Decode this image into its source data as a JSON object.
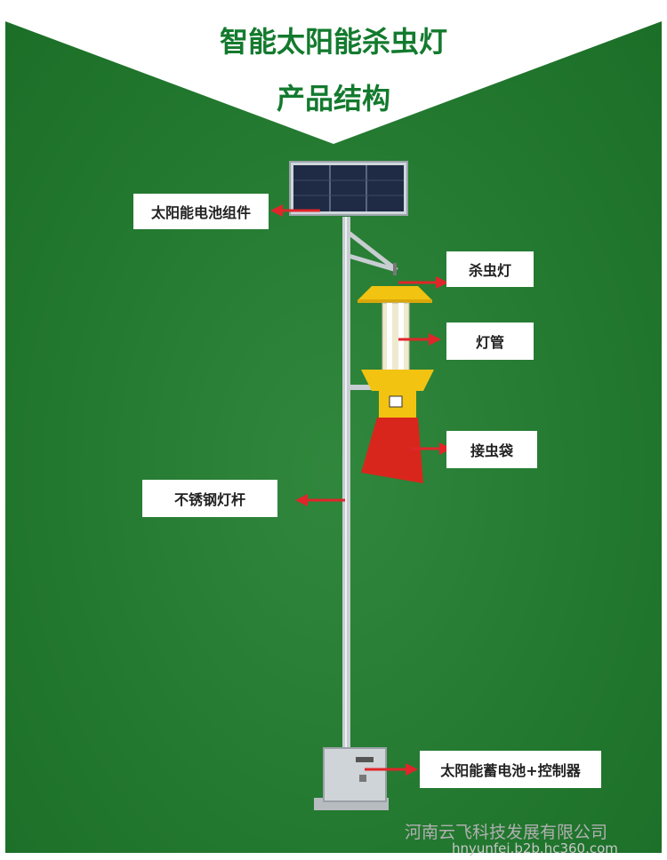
{
  "title": {
    "line1": "智能太阳能杀虫灯",
    "line2": "产品结构"
  },
  "labels": {
    "solar_panel": "太阳能电池组件",
    "insect_lamp": "杀虫灯",
    "lamp_tube": "灯管",
    "collection_bag": "接虫袋",
    "steel_pole": "不锈钢灯杆",
    "battery_controller": "太阳能蓄电池+控制器"
  },
  "footer": {
    "company": "河南云飞科技发展有限公司",
    "url": "hnyunfei.b2b.hc360.com"
  },
  "colors": {
    "background_green": "#1e7d2c",
    "title_green": "#137a2e",
    "arrow_red": "#e0262a",
    "lamp_yellow": "#f2c311",
    "bag_red": "#d9261c"
  }
}
